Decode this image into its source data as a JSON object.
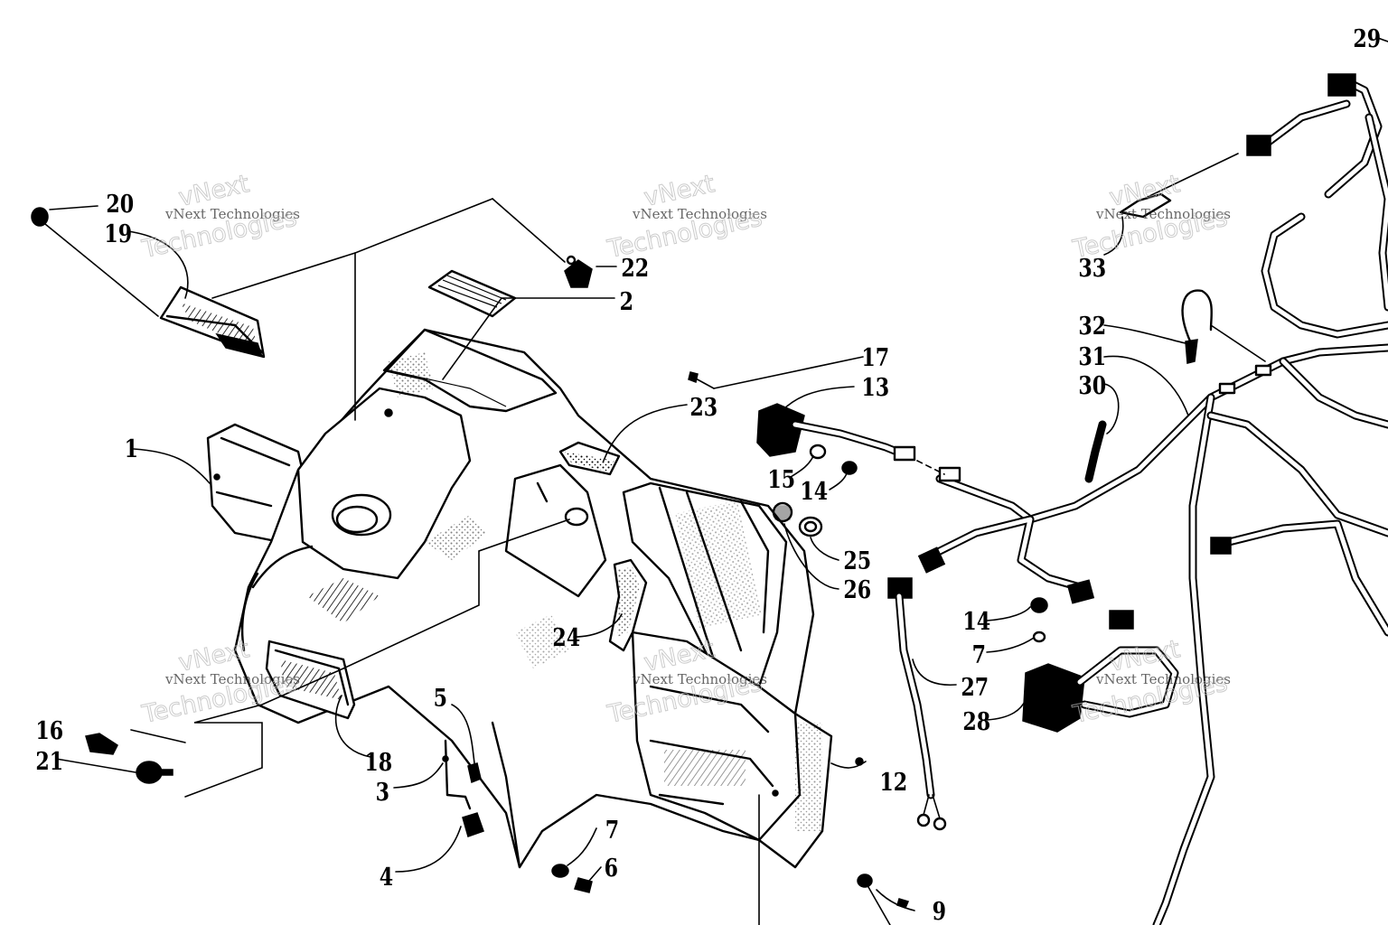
{
  "watermark": {
    "line1": "vNext Technologies",
    "line2": "vNext",
    "line3": "Technologies"
  },
  "callouts": {
    "c1": "1",
    "c2": "2",
    "c3": "3",
    "c4": "4",
    "c5": "5",
    "c6": "6",
    "c7a": "7",
    "c7b": "7",
    "c9": "9",
    "c12": "12",
    "c13": "13",
    "c14a": "14",
    "c14b": "14",
    "c15": "15",
    "c16": "16",
    "c17": "17",
    "c18": "18",
    "c19": "19",
    "c20": "20",
    "c21": "21",
    "c22": "22",
    "c23": "23",
    "c24": "24",
    "c25": "25",
    "c26": "26",
    "c27": "27",
    "c28": "28",
    "c29": "29",
    "c30": "30",
    "c31": "31",
    "c32": "32",
    "c33": "33"
  }
}
